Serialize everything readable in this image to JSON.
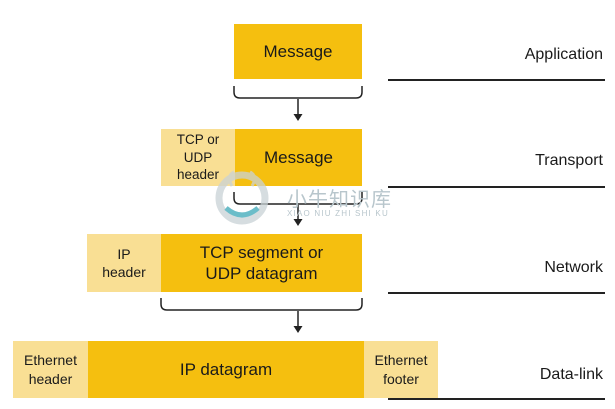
{
  "layers": [
    {
      "name": "Application",
      "headers": [],
      "payload": "Message",
      "footers": []
    },
    {
      "name": "Transport",
      "headers": [
        "TCP or UDP header"
      ],
      "payload": "Message",
      "footers": []
    },
    {
      "name": "Network",
      "headers": [
        "IP header"
      ],
      "payload": "TCP segment or UDP datagram",
      "footers": []
    },
    {
      "name": "Data-link",
      "headers": [
        "Ethernet header"
      ],
      "payload": "IP datagram",
      "footers": [
        "Ethernet footer"
      ]
    }
  ],
  "watermark": {
    "cn": "小牛知识库",
    "pinyin": "XIAO NIU ZHI SHI KU"
  },
  "colors": {
    "payload": "#f5bf0f",
    "header": "#f9df94",
    "line": "#222222"
  }
}
